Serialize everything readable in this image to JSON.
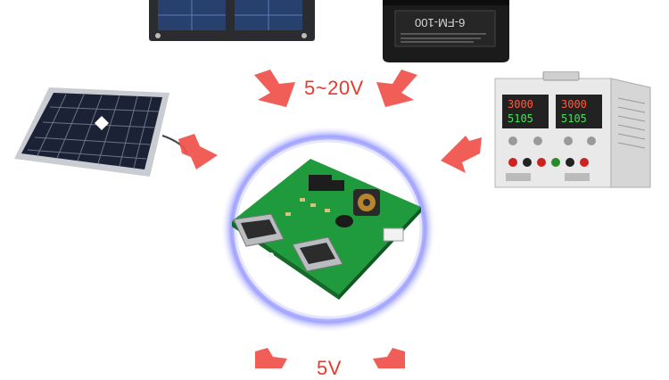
{
  "labels": {
    "input_voltage": "5~20V",
    "output_voltage": "5V"
  },
  "battery": {
    "panel_text": "6-FM-100"
  },
  "power_supply": {
    "display_left_top": "3000",
    "display_left_bottom": "5105",
    "display_right_top": "3000",
    "display_right_bottom": "5105"
  },
  "colors": {
    "arrow": "#f0504a",
    "label": "#e8392b",
    "pcb_green": "#1f9a3c",
    "halo": "#7a7cff"
  },
  "icons": [
    "folding-solar-panel-icon",
    "battery-icon",
    "solar-panel-icon",
    "power-supply-icon",
    "pcb-module-icon",
    "arrow-icon"
  ]
}
